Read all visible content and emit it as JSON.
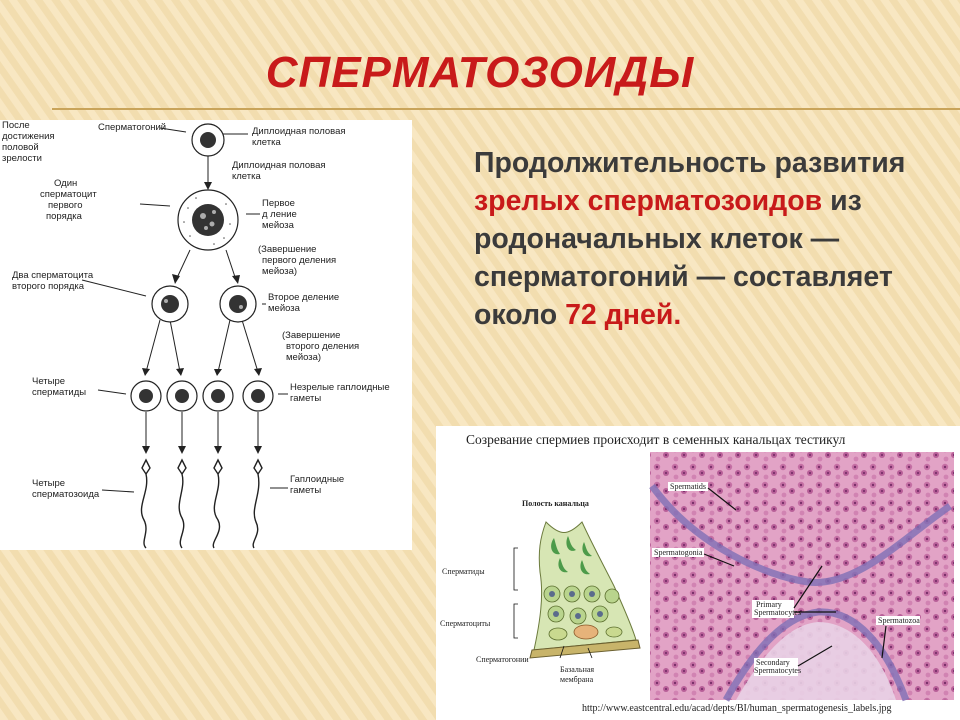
{
  "title": "СПЕРМАТОЗОИДЫ",
  "body": {
    "t1": "Продолжительность развития ",
    "t2": "зрелых сперматозоидов",
    "t3": " из родоначальных клеток — сперматогоний — составляет около ",
    "t4": "72 дней",
    "t5": "."
  },
  "diagram": {
    "side_label": [
      "После",
      "достижения",
      "половой",
      "зрелости"
    ],
    "spermatogonium": "Сперматогоний",
    "diploid1": [
      "Диплоидная половая",
      "клетка"
    ],
    "diploid2": [
      "Диплоидная половая",
      "клетка"
    ],
    "primary": [
      "Один",
      "сперматоцит",
      "первого",
      "порядка"
    ],
    "first_division": [
      "Первое",
      "д ление",
      "мейоза"
    ],
    "first_done": [
      "(Завершение",
      "первого деления",
      "мейоза)"
    ],
    "secondary": [
      "Два сперматоцита",
      "второго порядка"
    ],
    "second_division": [
      "Второе деление",
      "мейоза"
    ],
    "second_done": [
      "(Завершение",
      "второго деления",
      "мейоза)"
    ],
    "spermatids": [
      "Четыре",
      "сперматиды"
    ],
    "immature": [
      "Незрелые гаплоидные",
      "гаметы"
    ],
    "spermatozoa": [
      "Четыре",
      "сперматозоида"
    ],
    "haploid": [
      "Гаплоидные",
      "гаметы"
    ]
  },
  "histology": {
    "caption": "Созревание спермиев происходит в семенных канальцах тестикул",
    "lumen": "Полость канальца",
    "spermatids": "Сперматиды",
    "spermatocytes": "Сперматоциты",
    "spermatogonia": "Сперматогонии",
    "membrane": [
      "Базальная",
      "мембрана"
    ],
    "micro_spermatids": "Spermatids",
    "micro_spermatogonia": "Spermatogonia",
    "micro_primary": [
      "Primary",
      "Spermatocytes"
    ],
    "micro_secondary": [
      "Secondary",
      "Spermatocytes"
    ],
    "micro_sperm": "Spermatozoa",
    "url": "http://www.eastcentral.edu/acad/depts/BI/human_spermatogenesis_labels.jpg"
  }
}
